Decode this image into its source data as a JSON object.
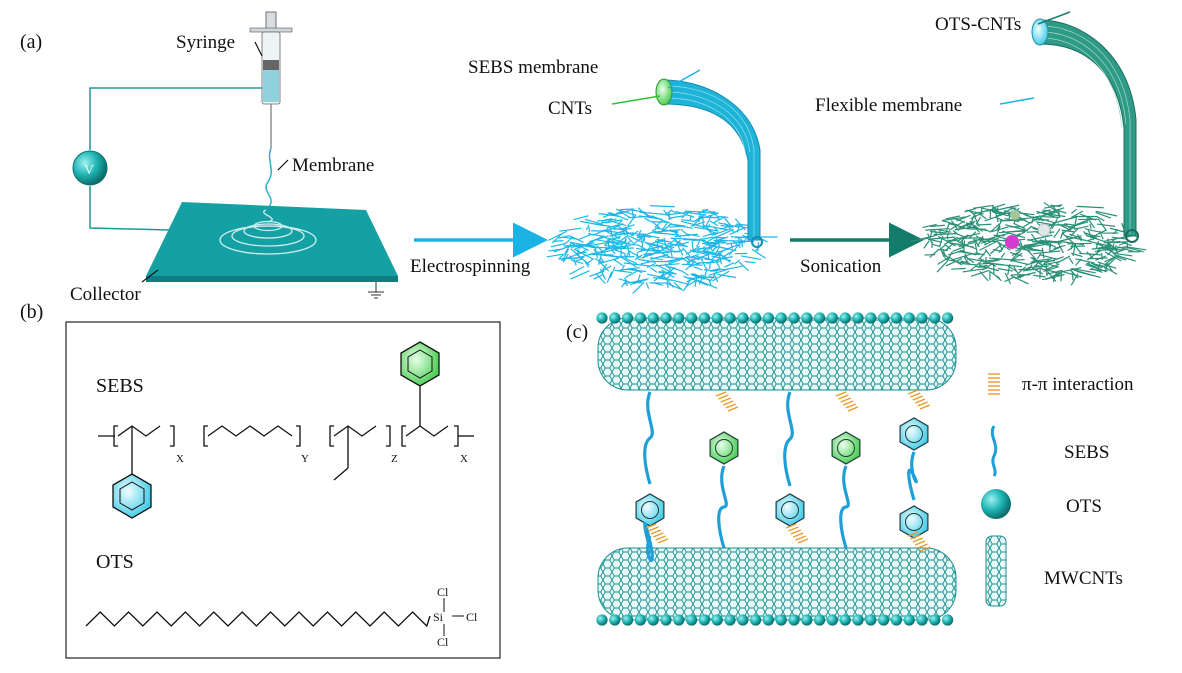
{
  "panels": {
    "a": "(a)",
    "b": "(b)",
    "c": "(c)"
  },
  "panel_a": {
    "syringe": "Syringe",
    "membrane": "Membrane",
    "collector": "Collector",
    "voltmeter": "V",
    "step1": "Electrospinning",
    "sebs_membrane": "SEBS membrane",
    "cnts": "CNTs",
    "step2": "Sonication",
    "ots_cnts": "OTS-CNTs",
    "flexible_membrane": "Flexible membrane"
  },
  "panel_b": {
    "sebs": "SEBS",
    "sub_x1": "X",
    "sub_y": "Y",
    "sub_z": "Z",
    "sub_x2": "X",
    "ots": "OTS",
    "cl_top": "Cl",
    "si": "Si",
    "cl_right": "Cl",
    "cl_bottom": "Cl"
  },
  "panel_c": {
    "legend": {
      "pi": "π-π interaction",
      "sebs": "SEBS",
      "ots": "OTS",
      "mwcnts": "MWCNTs"
    }
  },
  "colors": {
    "teal": "#16a6a6",
    "teal_dark": "#0d7f7f",
    "cyan": "#19b3e6",
    "green_fiber": "#2a8f76",
    "green_ring": "#5cd65c",
    "pi_orange": "#e89a2c",
    "sebs_blue": "#1f9fd8"
  }
}
